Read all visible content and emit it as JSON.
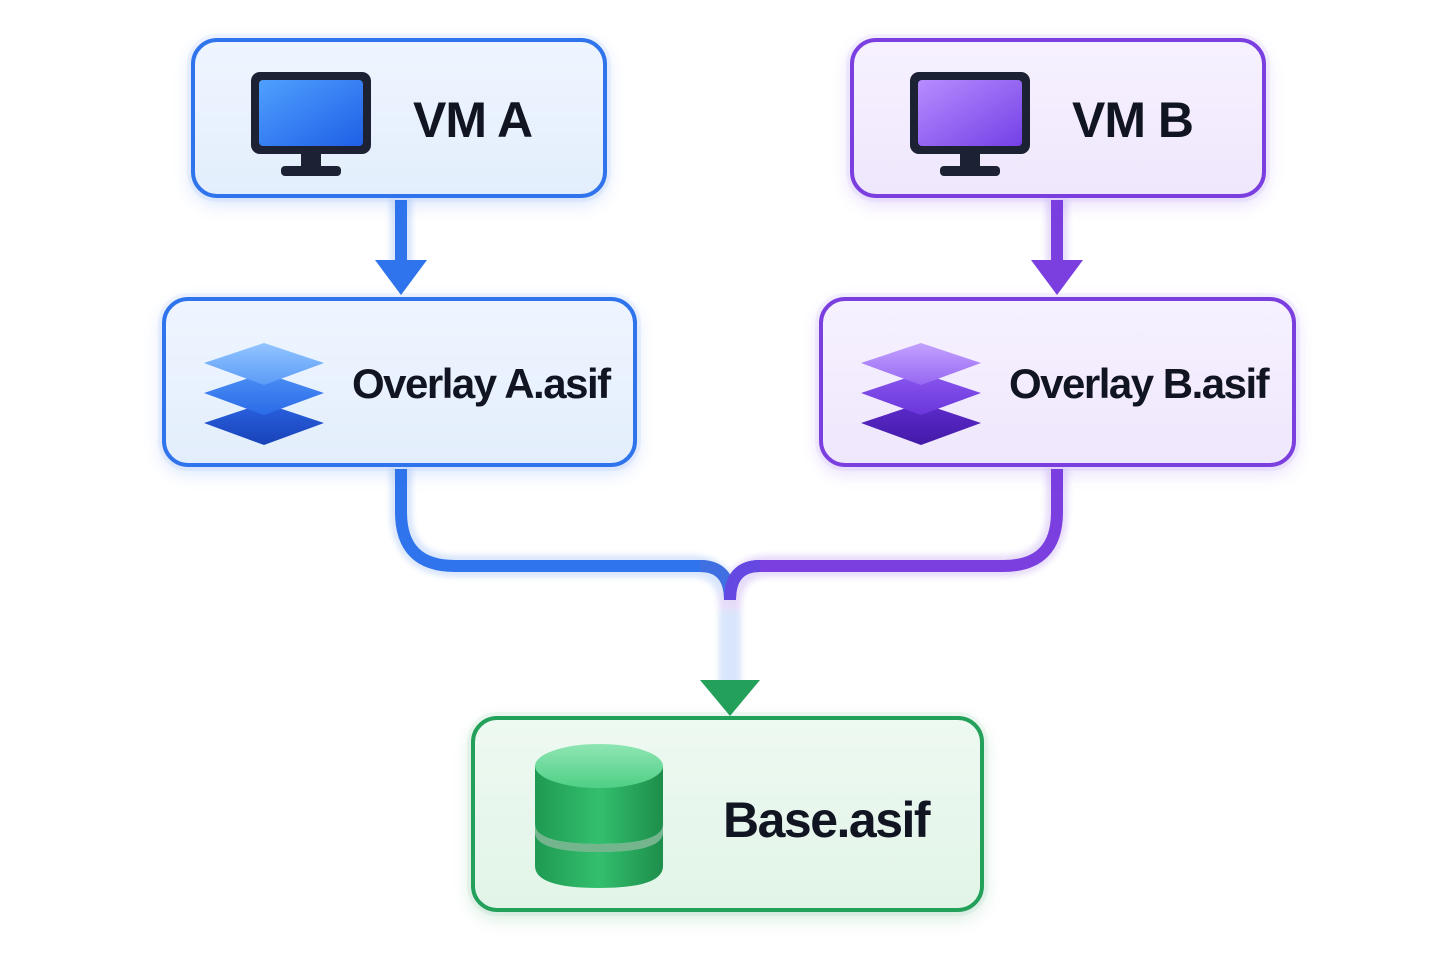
{
  "colors": {
    "vm_a": "#2f74ec",
    "vm_b": "#7b3fe0",
    "base": "#23a05a",
    "text": "#111522"
  },
  "nodes": {
    "vm_a": {
      "label": "VM A",
      "icon": "monitor-icon"
    },
    "vm_b": {
      "label": "VM B",
      "icon": "monitor-icon"
    },
    "overlay_a": {
      "label": "Overlay A.asif",
      "icon": "layers-icon"
    },
    "overlay_b": {
      "label": "Overlay B.asif",
      "icon": "layers-icon"
    },
    "base": {
      "label": "Base.asif",
      "icon": "database-icon"
    }
  },
  "edges": [
    {
      "from": "VM A",
      "to": "Overlay A.asif"
    },
    {
      "from": "VM B",
      "to": "Overlay B.asif"
    },
    {
      "from": "Overlay A.asif",
      "to": "Base.asif"
    },
    {
      "from": "Overlay B.asif",
      "to": "Base.asif"
    }
  ]
}
